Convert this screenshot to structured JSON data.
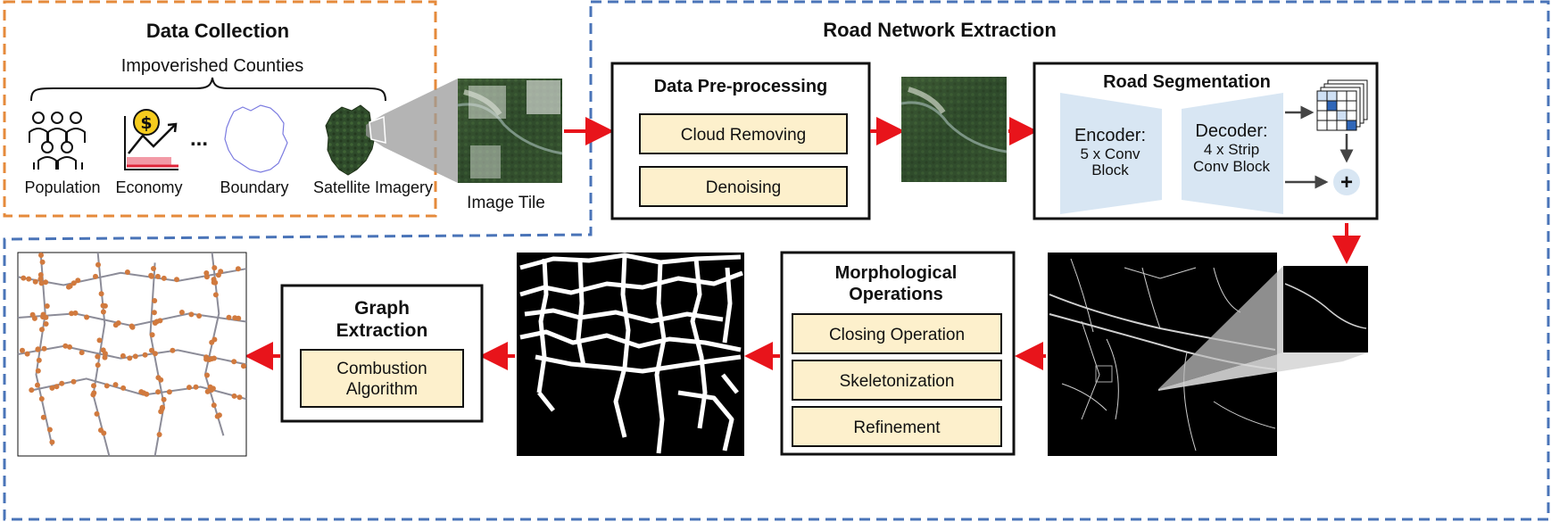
{
  "colors": {
    "orange_dash": "#E58A3B",
    "blue_dash": "#4A74B8",
    "arrow_red": "#E8141B",
    "module_fill": "#FDF0CC",
    "encoder_fill": "#D8E6F3",
    "node_orange": "#D17A3E",
    "edge_gray": "#8C8C98"
  },
  "data_collection": {
    "title": "Data Collection",
    "subtitle": "Impoverished Counties",
    "items": [
      "Population",
      "Economy",
      "Boundary",
      "Satellite Imagery"
    ],
    "ellipsis": "...",
    "icons": [
      "people-icon",
      "economy-chart-icon",
      "boundary-outline-icon",
      "county-satellite-icon"
    ],
    "money_symbol": "$"
  },
  "image_tile": {
    "label": "Image Tile"
  },
  "road_network": {
    "title": "Road Network Extraction"
  },
  "preprocessing": {
    "title": "Data Pre-processing",
    "steps": [
      "Cloud Removing",
      "Denoising"
    ]
  },
  "segmentation": {
    "title": "Road Segmentation",
    "encoder": {
      "title": "Encoder:",
      "line1": "5 x Conv",
      "line2": "Block"
    },
    "decoder": {
      "title": "Decoder:",
      "line1": "4 x Strip",
      "line2": "Conv Block"
    },
    "plus": "+"
  },
  "morphology": {
    "title_line1": "Morphological",
    "title_line2": "Operations",
    "steps": [
      "Closing Operation",
      "Skeletonization",
      "Refinement"
    ]
  },
  "graph_extraction": {
    "title_line1": "Graph",
    "title_line2": "Extraction",
    "method_line1": "Combustion",
    "method_line2": "Algorithm"
  }
}
